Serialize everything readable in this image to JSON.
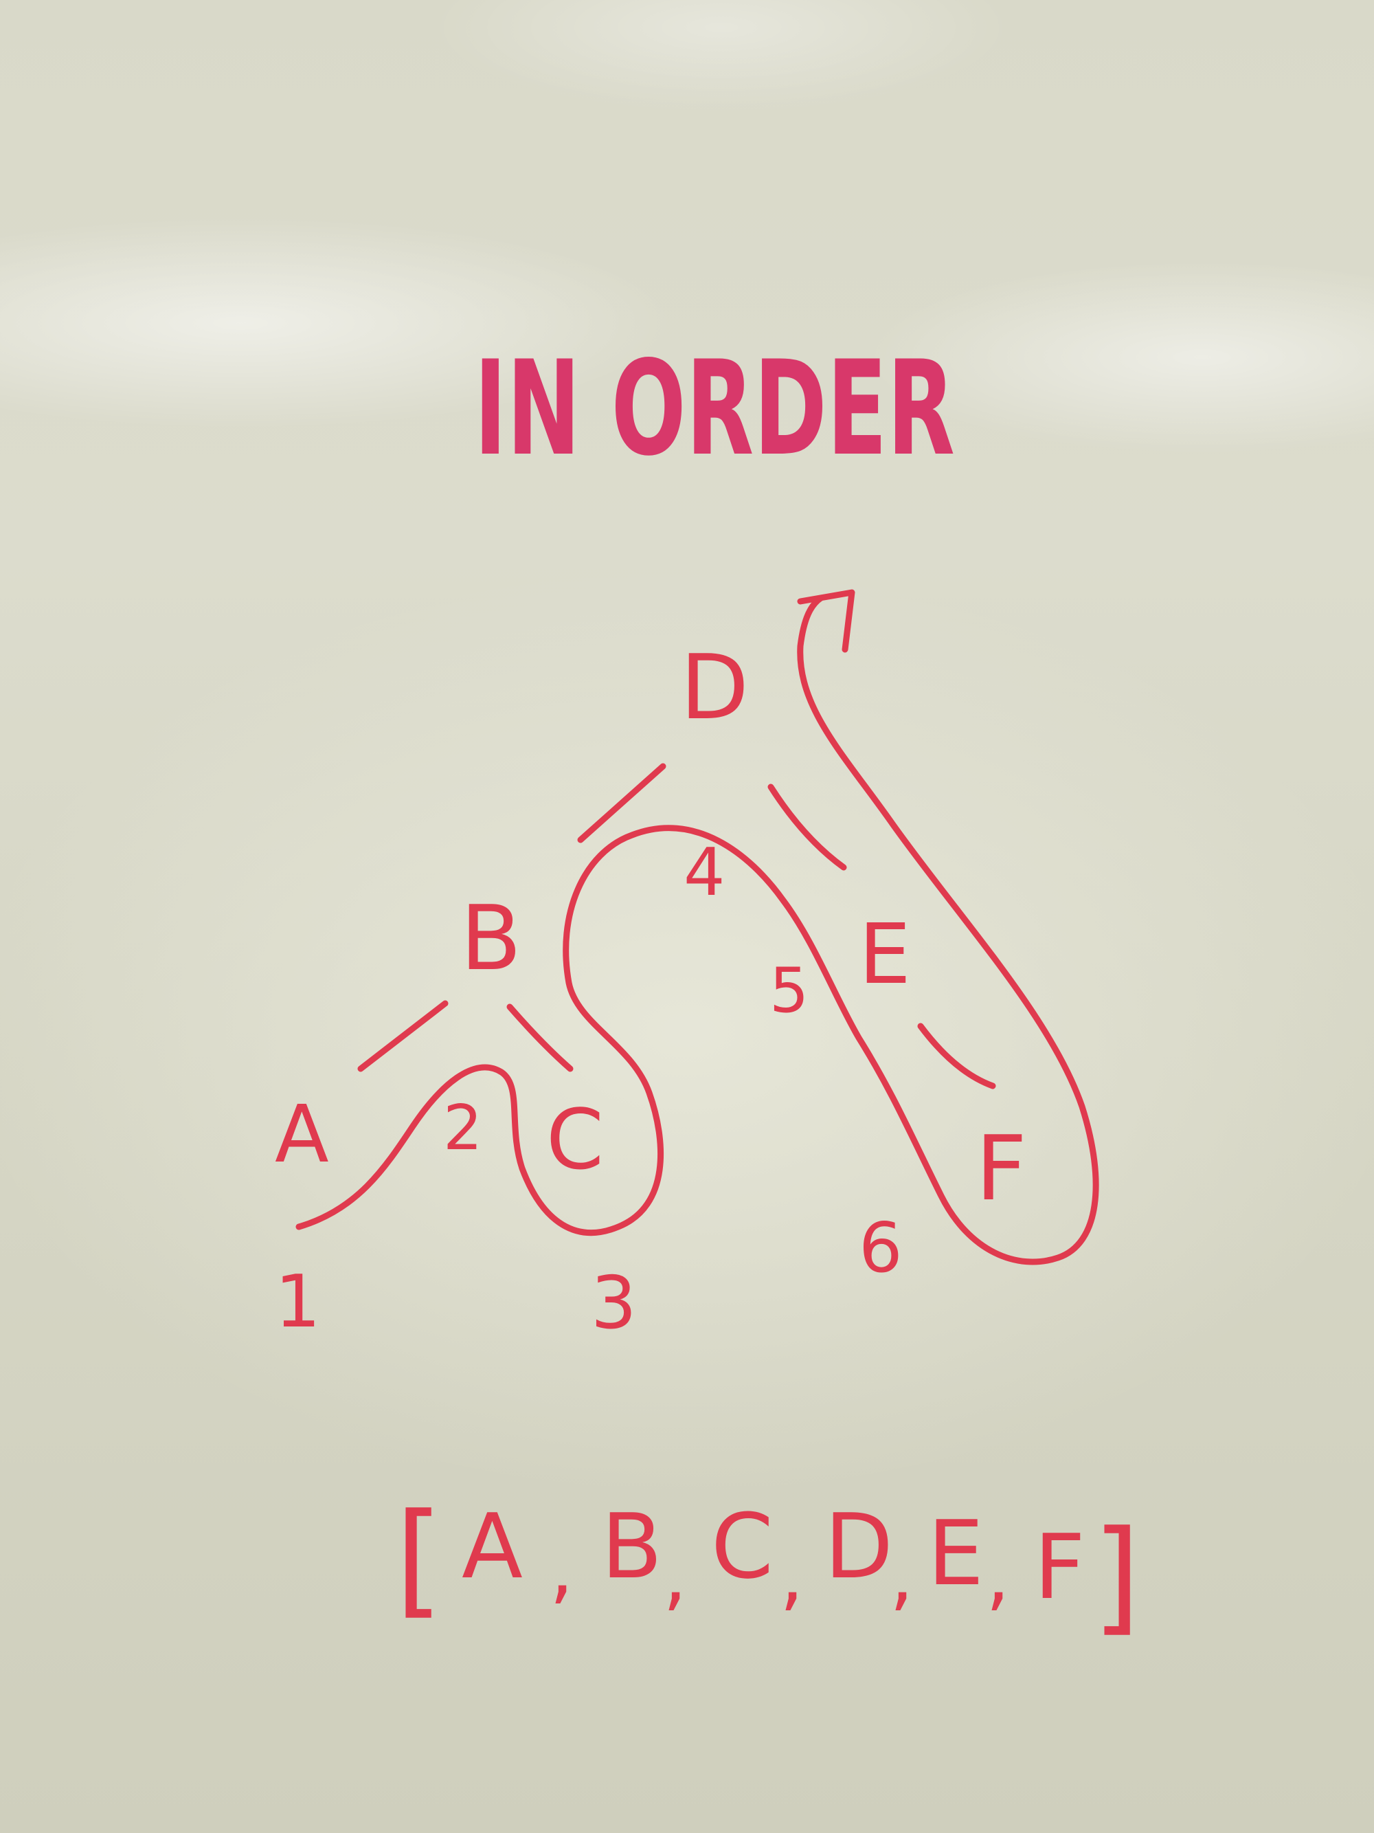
{
  "title": "IN ORDER",
  "nodes": {
    "d": "D",
    "b": "B",
    "e": "E",
    "a": "A",
    "c": "C",
    "f": "F"
  },
  "visit_order": {
    "n1": "1",
    "n2": "2",
    "n3": "3",
    "n4": "4",
    "n5": "5",
    "n6": "6"
  },
  "result": {
    "open_bracket": "[",
    "items": [
      "A",
      ",",
      "B",
      ",",
      "C",
      ",",
      "D",
      ",",
      "E",
      ",",
      "F"
    ],
    "close_bracket": "]"
  },
  "colors": {
    "ink": "#e03a4e",
    "title_ink": "#d8386a",
    "board": "#d9d9c9"
  }
}
